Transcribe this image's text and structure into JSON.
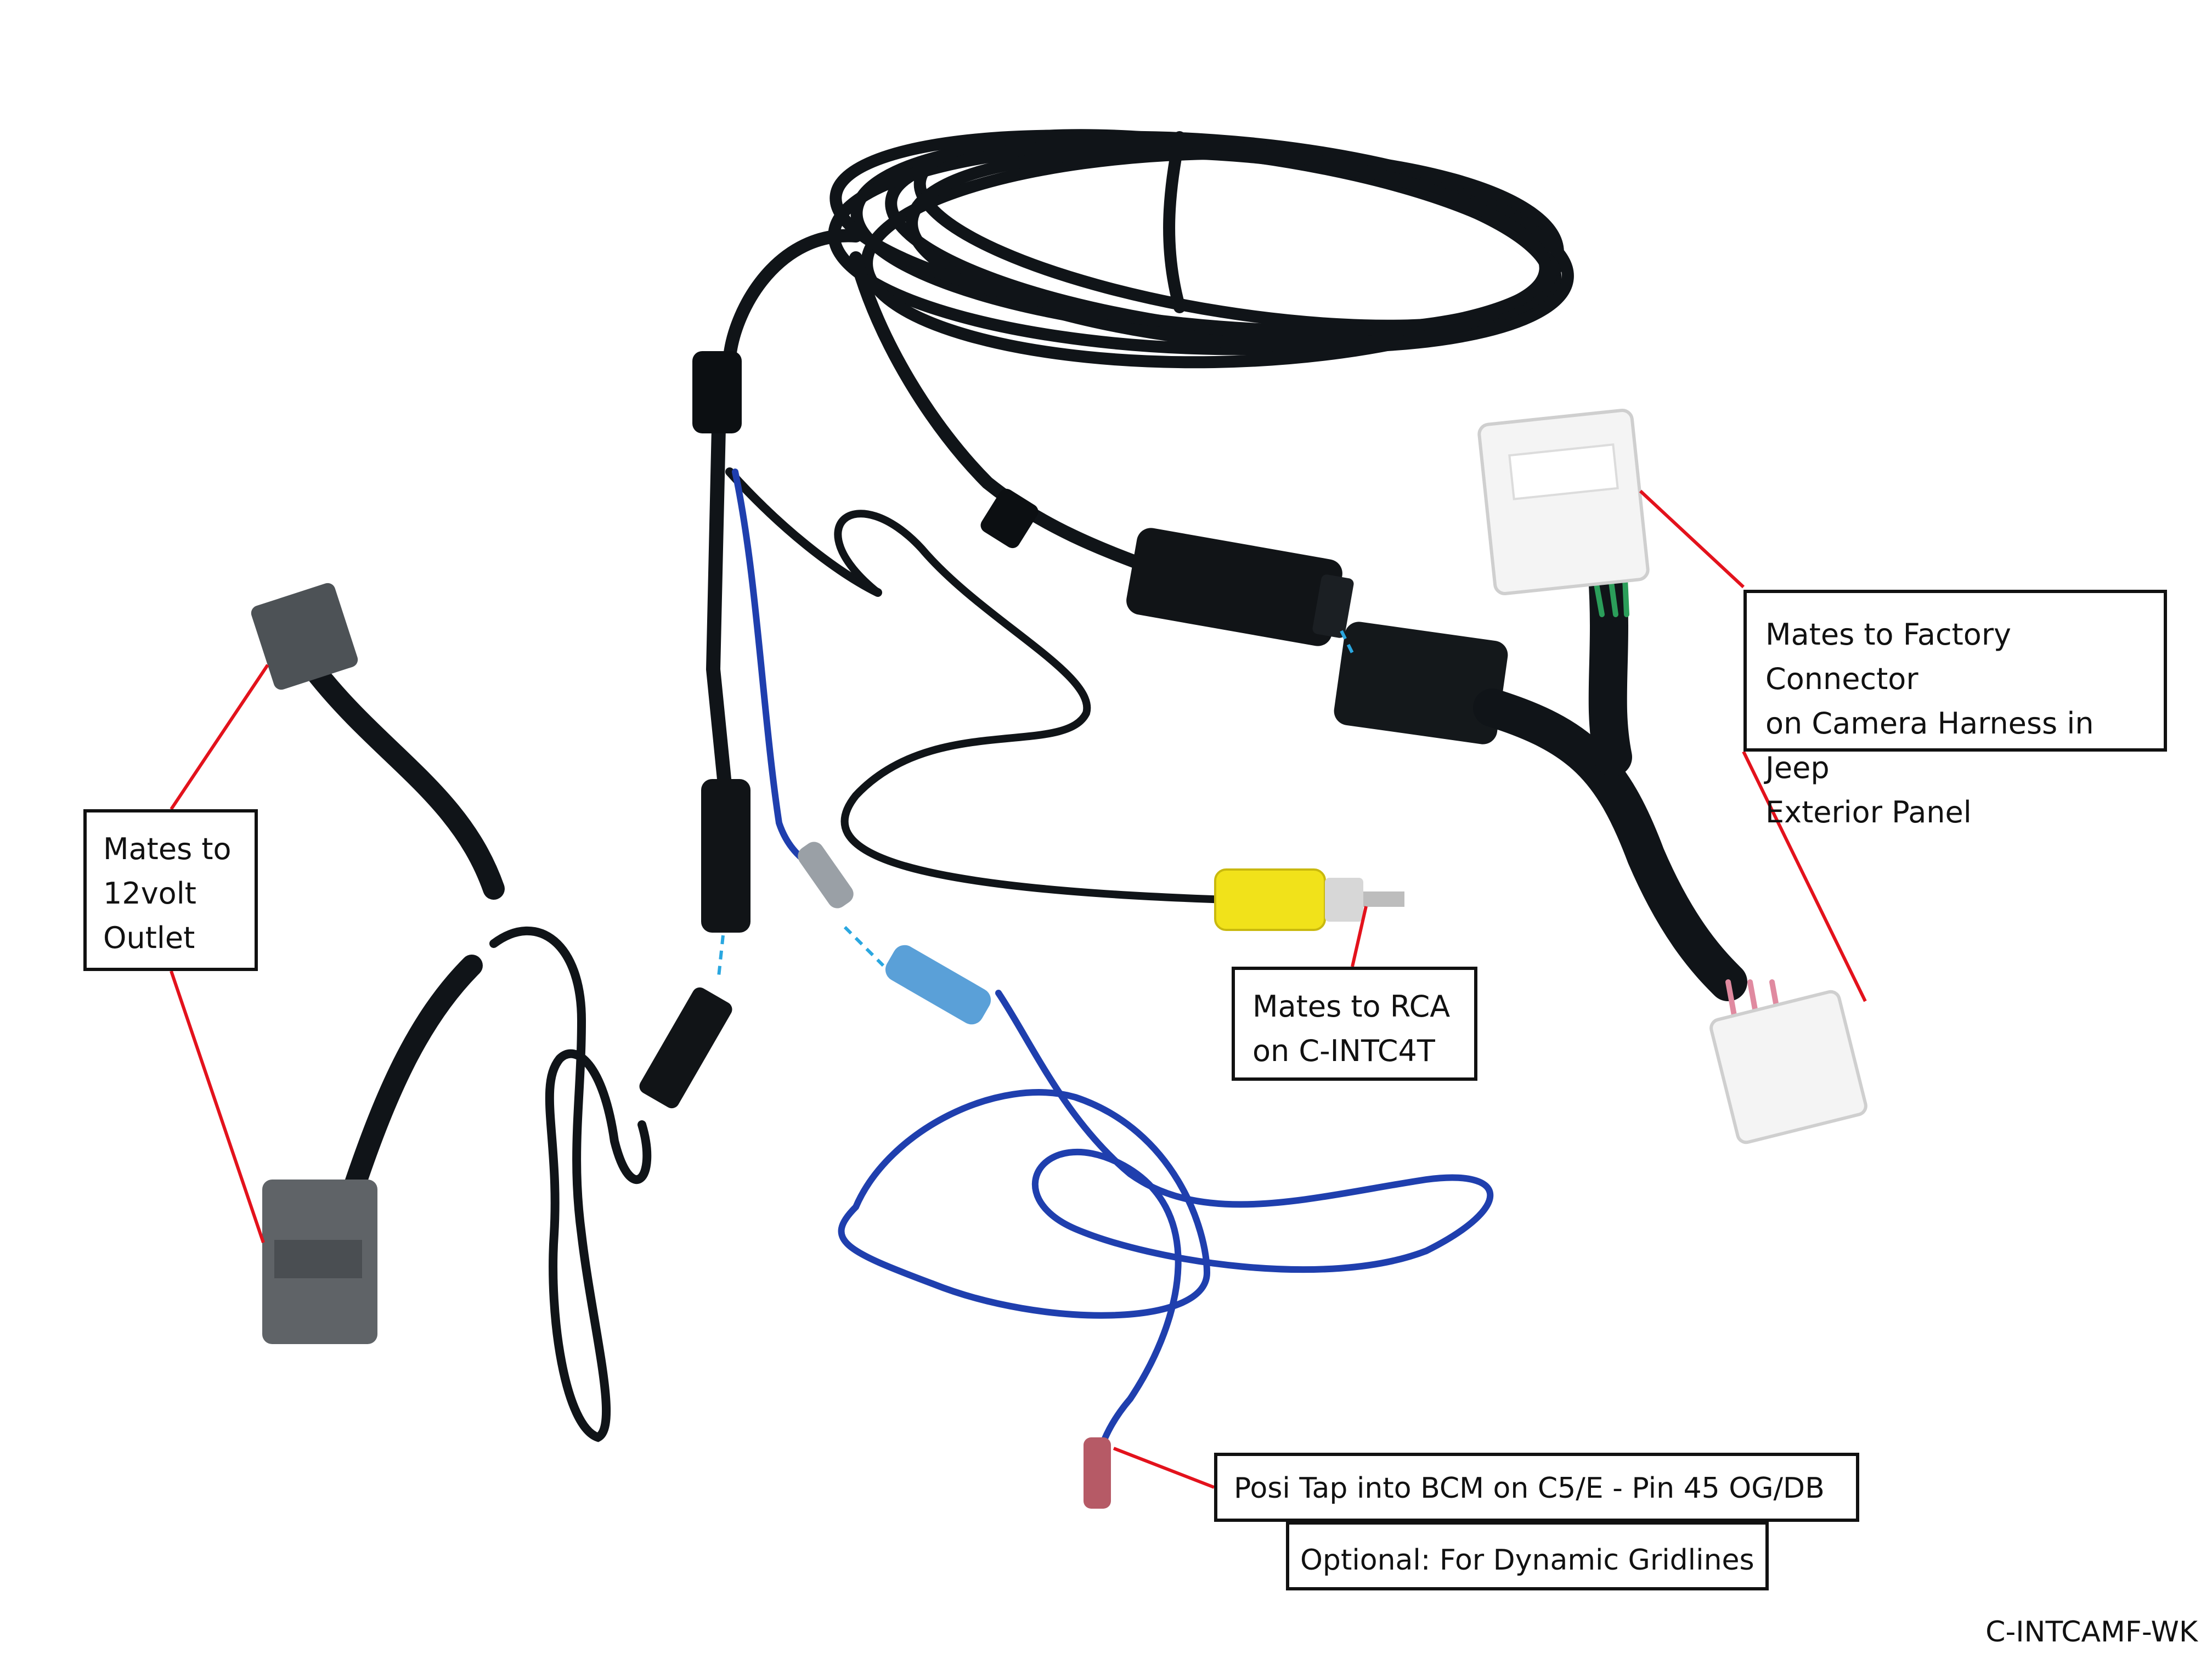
{
  "colors": {
    "cable_black": "#101418",
    "wire_blue": "#1f3fae",
    "leader_red": "#e3121c",
    "dash_cyan": "#2aa7e0",
    "rca_yellow": "#f1e21a",
    "connector_white": "#f4f4f4",
    "connector_gray": "#5f6367",
    "spade_blue": "#5aa0d8",
    "posi_tap_red": "#b65a66"
  },
  "callouts": {
    "outlet_12v": {
      "lines": [
        "Mates to",
        "12volt",
        "Outlet"
      ]
    },
    "factory_connector": {
      "lines": [
        "Mates to Factory Connector",
        "on Camera Harness in Jeep",
        "Exterior Panel"
      ]
    },
    "rca": {
      "lines": [
        "Mates to RCA",
        "on C-INTC4T"
      ]
    },
    "posi_tap": {
      "text": "Posi Tap into BCM on C5/E - Pin 45 OG/DB"
    },
    "optional": {
      "text": "Optional: For Dynamic Gridlines"
    }
  },
  "part_number": "C-INTCAMF-WK",
  "icons": [
    "cable-coil",
    "camera-harness-connector",
    "rca-plug",
    "power-outlet-connector",
    "barrel-jack",
    "spade-terminal",
    "posi-tap"
  ]
}
